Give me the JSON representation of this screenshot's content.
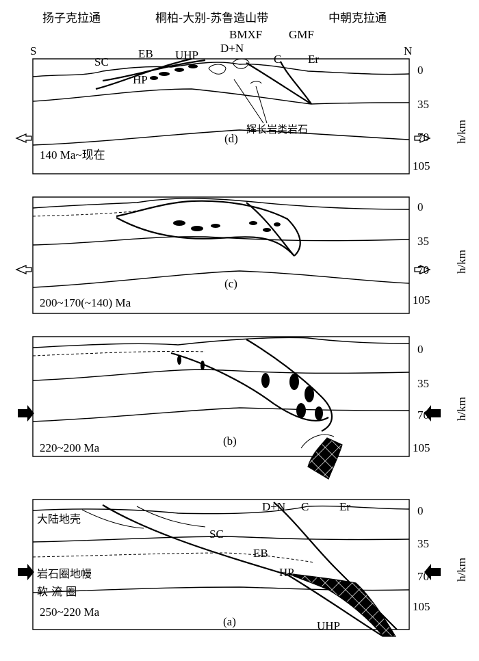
{
  "header": {
    "left": "扬子克拉通",
    "mid": "桐柏-大别-苏鲁造山带",
    "right": "中朝克拉通"
  },
  "orientation": {
    "south": "S",
    "north": "N"
  },
  "depth_axis": {
    "label": "h/km",
    "ticks": [
      "0",
      "35",
      "70",
      "105"
    ]
  },
  "panels": {
    "d": {
      "tag": "(d)",
      "age": "140 Ma~现在",
      "labels": {
        "sc": "SC",
        "eb": "EB",
        "uhp": "UHP",
        "hp": "HP",
        "dn": "D+N",
        "c": "C",
        "er": "Er",
        "bmxf": "BMXF",
        "gmf": "GMF",
        "gabbro": "辉长岩类岩石"
      }
    },
    "c": {
      "tag": "(c)",
      "age": "200~170(~140) Ma"
    },
    "b": {
      "tag": "(b)",
      "age": "220~200 Ma"
    },
    "a": {
      "tag": "(a)",
      "age": "250~220 Ma",
      "labels": {
        "sc": "SC",
        "dn": "D+N",
        "c": "C",
        "er": "Er",
        "eb": "EB",
        "hp": "HP",
        "uhp": "UHP",
        "crust": "大陆地壳",
        "mantle": "岩石圈地幔",
        "astheno": "软 流 圈"
      }
    }
  }
}
